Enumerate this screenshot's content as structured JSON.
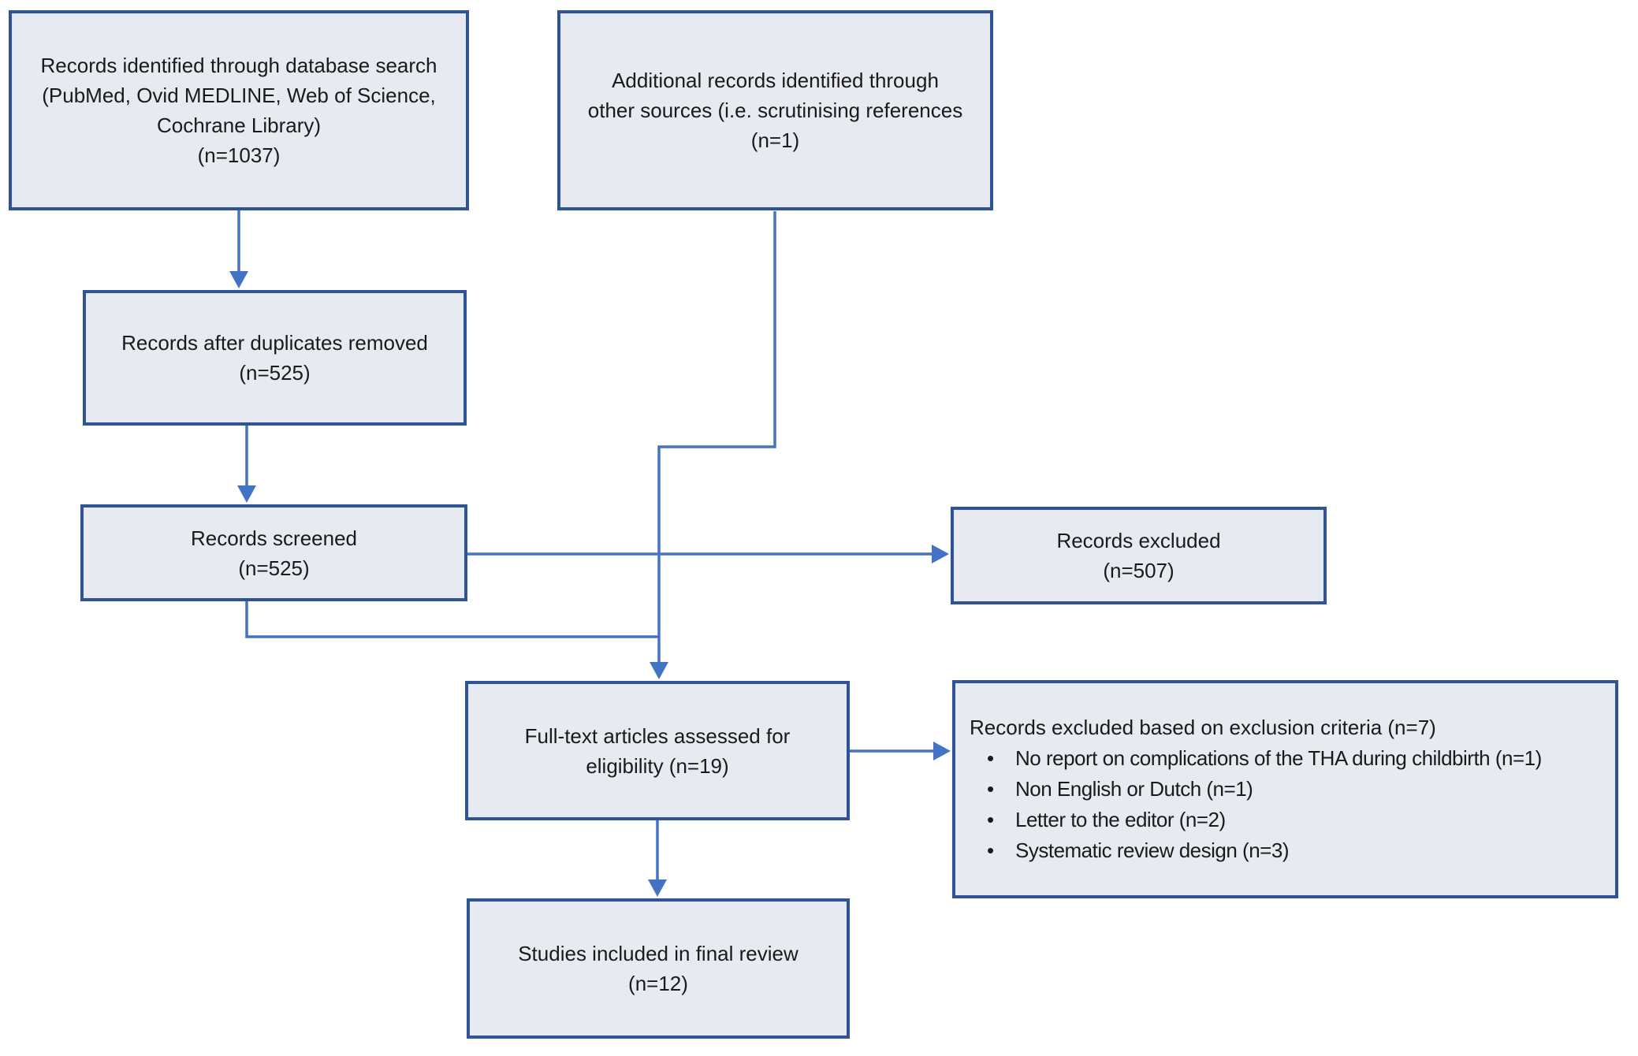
{
  "colors": {
    "box_fill": "#E7EAF0",
    "box_border": "#2F5496",
    "connector": "#4472C4",
    "text": "#1A1A1A"
  },
  "boxes": {
    "identified": {
      "lines": [
        "Records identified through database search",
        "(PubMed, Ovid MEDLINE, Web of Science,",
        "Cochrane Library)",
        "(n=1037)"
      ]
    },
    "additional": {
      "lines": [
        "Additional records identified through",
        "other sources (i.e. scrutinising references",
        "(n=1)"
      ]
    },
    "duplicates_removed": {
      "lines": [
        "Records after duplicates removed",
        "(n=525)"
      ]
    },
    "screened": {
      "lines": [
        "Records screened",
        "(n=525)"
      ]
    },
    "excluded": {
      "lines": [
        "Records excluded",
        "(n=507)"
      ]
    },
    "fulltext": {
      "lines": [
        "Full-text articles assessed for",
        "eligibility (n=19)"
      ]
    },
    "exclusion_criteria": {
      "title": "Records excluded based on exclusion criteria (n=7)",
      "bullets": [
        "No report on complications of the THA during childbirth (n=1)",
        "Non English or Dutch (n=1)",
        "Letter to the editor (n=2)",
        "Systematic review design (n=3)"
      ]
    },
    "included": {
      "lines": [
        "Studies included in final review",
        "(n=12)"
      ]
    }
  }
}
